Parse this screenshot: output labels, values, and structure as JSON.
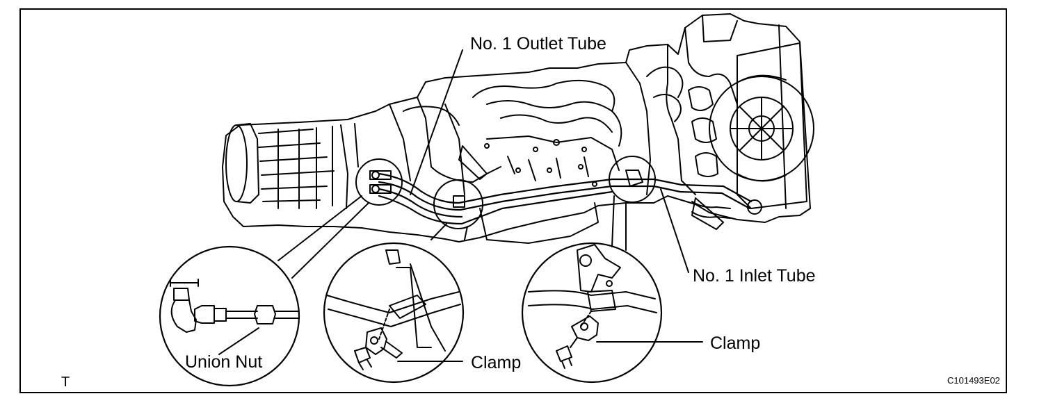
{
  "labels": {
    "outlet_tube": "No. 1 Outlet Tube",
    "inlet_tube": "No. 1 Inlet Tube",
    "union_nut": "Union Nut",
    "clamp_left": "Clamp",
    "clamp_right": "Clamp",
    "corner_mark": "T",
    "figure_code": "C101493E02"
  }
}
